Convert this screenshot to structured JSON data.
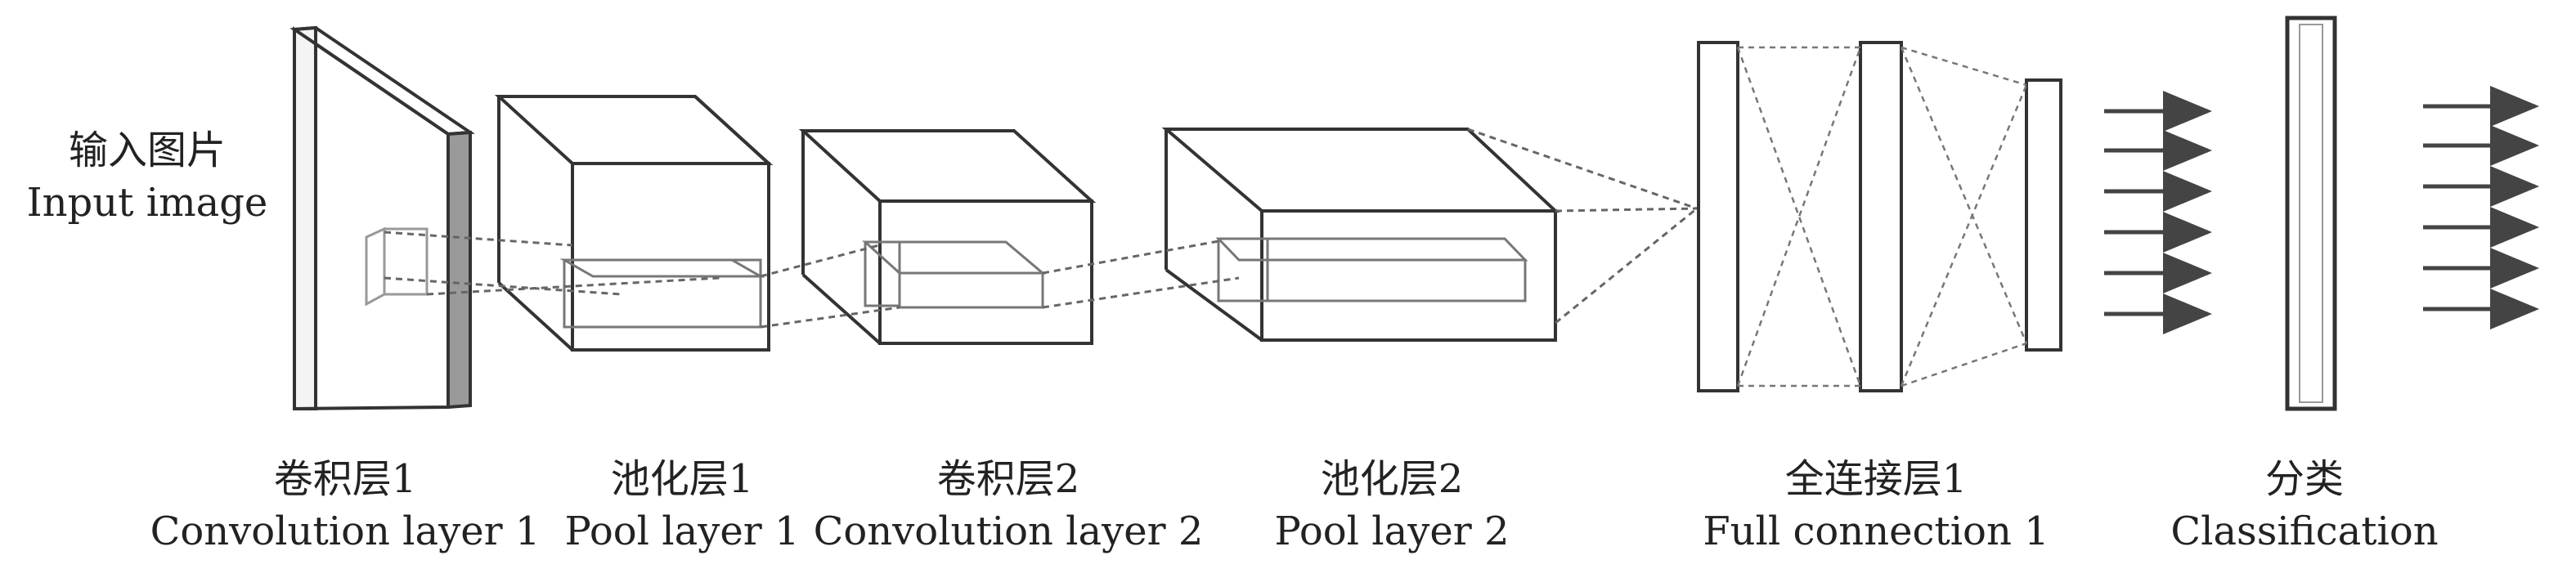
{
  "input": {
    "zh": "输入图片",
    "en": "Input image"
  },
  "layers": [
    {
      "zh": "卷积层1",
      "en": "Convolution layer 1"
    },
    {
      "zh": "池化层1",
      "en": "Pool layer 1"
    },
    {
      "zh": "卷积层2",
      "en": "Convolution layer 2"
    },
    {
      "zh": "池化层2",
      "en": "Pool layer 2"
    },
    {
      "zh": "全连接层1",
      "en": "Full connection 1"
    },
    {
      "zh": "分类",
      "en": "Classification"
    }
  ],
  "colors": {
    "stroke": "#333333",
    "dash": "#666666",
    "arrow": "#444444"
  }
}
